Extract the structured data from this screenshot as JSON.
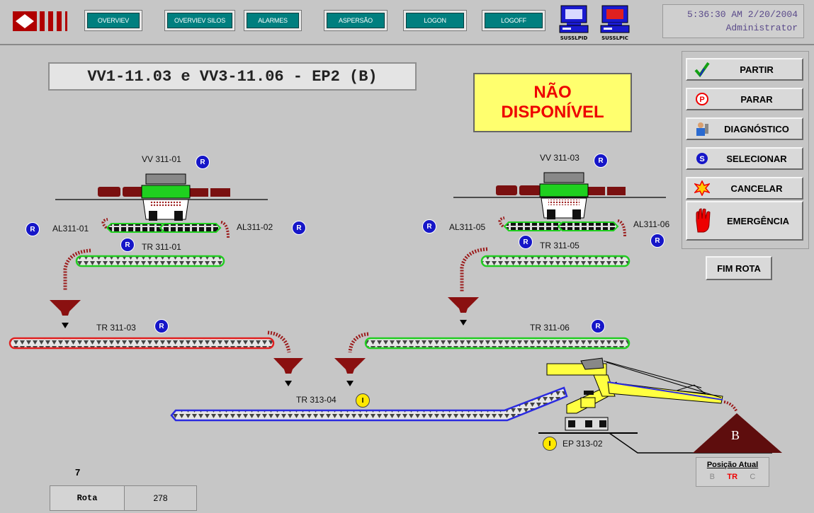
{
  "nav": {
    "buttons": [
      "OVERVIEV",
      "OVERVIEV SILOS",
      "ALARMES",
      "ASPERSÃO",
      "LOGON",
      "LOGOFF"
    ],
    "pc_left_label": "SUSSLPID",
    "pc_right_label": "SUSSLPIC"
  },
  "clock": {
    "time": "5:36:30 AM 2/20/2004",
    "user": "Administrator"
  },
  "title": "VV1-11.03 e VV3-11.06 - EP2 (B)",
  "status": {
    "line1": "NÃO",
    "line2": "DISPONÍVEL"
  },
  "commands": {
    "partir": "PARTIR",
    "parar": "PARAR",
    "diagnostico": "DIAGNÓSTICO",
    "selecionar": "SELECIONAR",
    "cancelar": "CANCELAR",
    "emergencia": "EMERGÊNCIA",
    "fim_rota": "FIM ROTA"
  },
  "badges": {
    "remote": "R",
    "interlock": "I"
  },
  "equipment": {
    "vv311_01": "VV 311-01",
    "vv311_03": "VV 311-03",
    "al311_01": "AL311-01",
    "al311_02": "AL311-02",
    "al311_05": "AL311-05",
    "al311_06": "AL311-06",
    "tr311_01": "TR 311-01",
    "tr311_05": "TR 311-05",
    "tr311_03": "TR 311-03",
    "tr311_06": "TR 311-06",
    "tr313_04": "TR 313-04",
    "ep313_02": "EP 313-02"
  },
  "stockpile": {
    "label": "B"
  },
  "rota": {
    "number": "7",
    "label": "Rota",
    "value": "278"
  },
  "position": {
    "title": "Posição Atual",
    "b": "B",
    "tr": "TR",
    "c": "C"
  },
  "colors": {
    "conveyor_red": "#e02020",
    "conveyor_green": "#22cc22",
    "conveyor_blue": "#2a2ae0",
    "nav_teal": "#007f7f",
    "alert_yellow": "#ffff6e"
  }
}
